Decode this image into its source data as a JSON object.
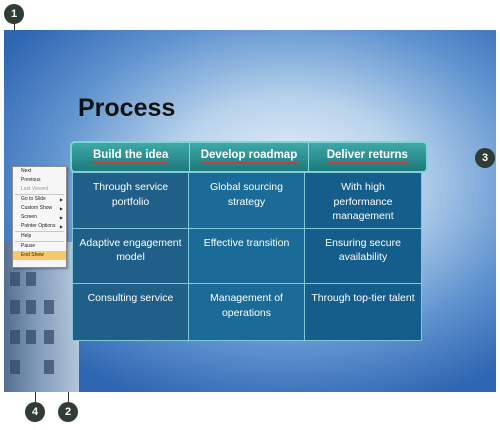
{
  "slide": {
    "title": "Process",
    "headers": [
      "Build the idea",
      "Develop roadmap",
      "Deliver returns"
    ],
    "rows": [
      [
        "Through service portfolio",
        "Global sourcing strategy",
        "With high performance management"
      ],
      [
        "Adaptive engagement model",
        "Effective transition",
        "Ensuring secure availability"
      ],
      [
        "Consulting service",
        "Management of operations",
        "Through top-tier talent"
      ]
    ]
  },
  "context_menu": {
    "items": [
      {
        "label": "Next",
        "enabled": true,
        "submenu": false
      },
      {
        "label": "Previous",
        "enabled": true,
        "submenu": false
      },
      {
        "label": "Last Viewed",
        "enabled": false,
        "submenu": false
      },
      {
        "label": "Go to Slide",
        "enabled": true,
        "submenu": true
      },
      {
        "label": "Custom Show",
        "enabled": true,
        "submenu": true
      },
      {
        "label": "Screen",
        "enabled": true,
        "submenu": true
      },
      {
        "label": "Pointer Options",
        "enabled": true,
        "submenu": true
      },
      {
        "label": "Help",
        "enabled": true,
        "submenu": false
      },
      {
        "label": "Pause",
        "enabled": true,
        "submenu": false
      },
      {
        "label": "End Show",
        "enabled": true,
        "submenu": false,
        "highlighted": true
      }
    ]
  },
  "callouts": [
    "1",
    "2",
    "3",
    "4"
  ],
  "colors": {
    "header": "#1c7a7d",
    "cell": "#1a6b98",
    "callout": "#2f3d34",
    "menu_highlight": "#f5c86a"
  }
}
